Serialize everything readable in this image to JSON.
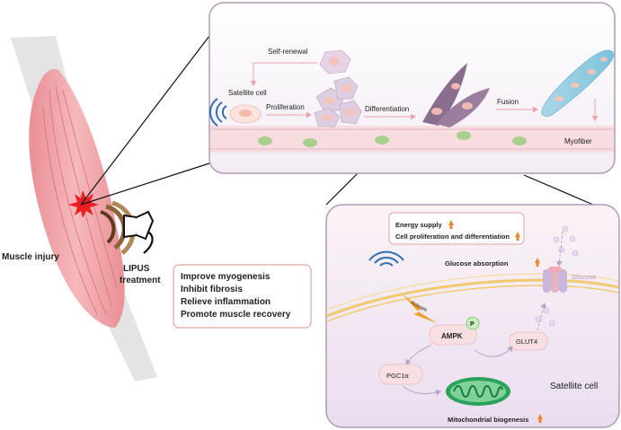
{
  "labels": {
    "muscle_injury": "Muscle injury",
    "lipus_line1": "LIPUS",
    "lipus_line2": "treatment"
  },
  "effects_box": {
    "items": [
      "Improve myogenesis",
      "Inhibit fibrosis",
      "Relieve inflammation",
      "Promote muscle recovery"
    ]
  },
  "top_panel": {
    "self_renewal": "Self-renewal",
    "satellite_cell": "Satellite cell",
    "proliferation": "Proliferation",
    "differentiation": "Differentiation",
    "fusion": "Fusion",
    "myofiber": "Myofiber"
  },
  "bottom_panel": {
    "energy_supply": "Energy supply",
    "cell_prolif_diff": "Cell proliferation and differentiation",
    "glucose_absorption": "Glucose absorption",
    "glucose": "Glucose",
    "activate": "Activate",
    "ampk": "AMPK",
    "p": "P",
    "glut4": "GLUT4",
    "pgc1a": "PGC1α",
    "satellite_cell": "Satellite cell",
    "mito_biogenesis": "Mitochondrial biogenesis"
  },
  "colors": {
    "panel_border": "#b39ab8",
    "label_border": "#e2a3a3",
    "muscle": "#f0a8ac",
    "up_arrow": "#e8892f",
    "ultrasound": "#2f6fb3",
    "mitochondria": "#2aa25a"
  }
}
